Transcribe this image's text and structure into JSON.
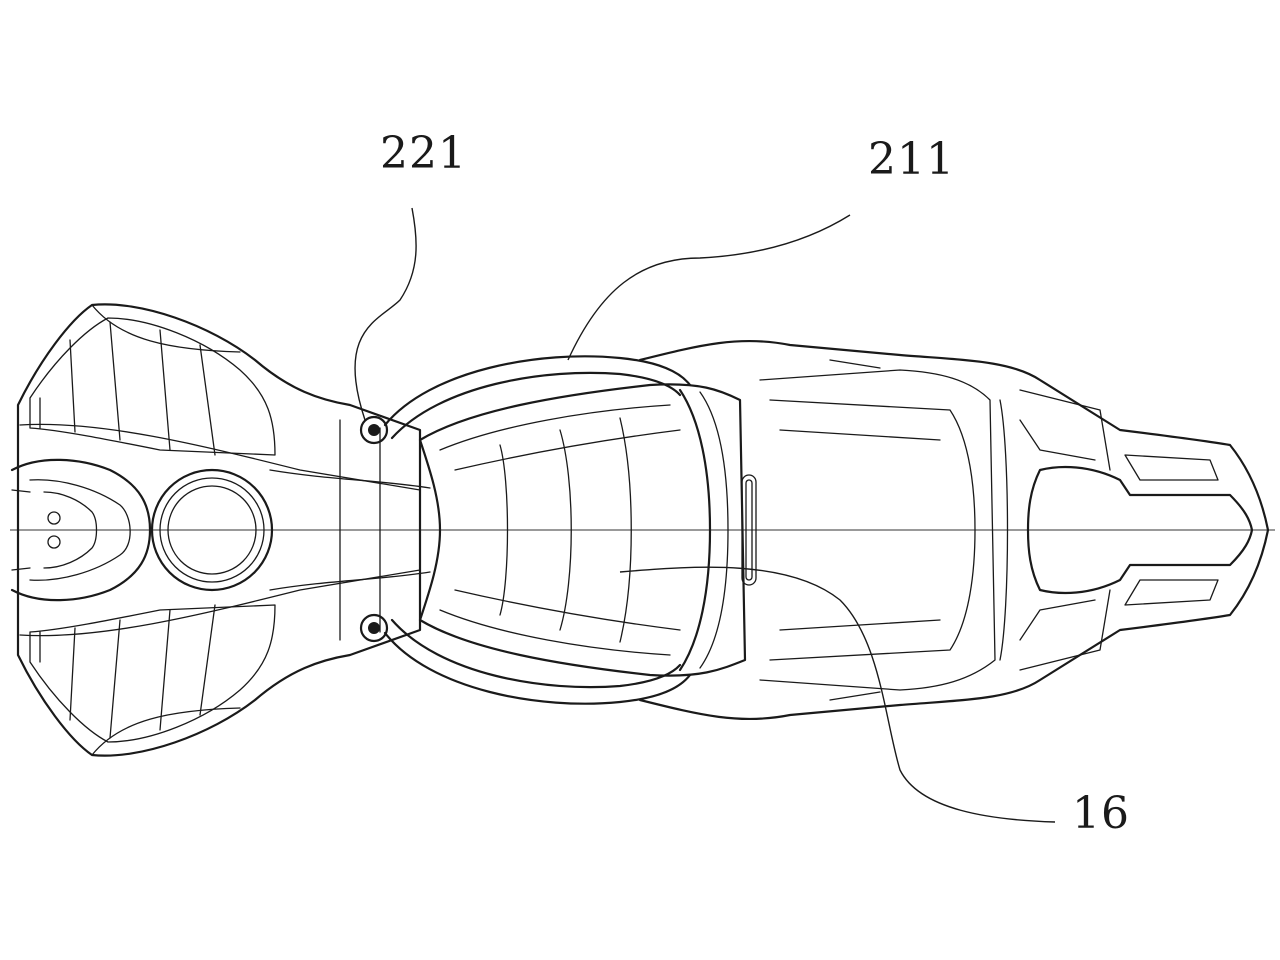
{
  "figure": {
    "reference_numerals": {
      "seat_grab_rail_fastener": "221",
      "grab_rail": "211",
      "seat": "16"
    }
  },
  "colors": {
    "line": "#1a1a1a",
    "background": "#ffffff"
  }
}
